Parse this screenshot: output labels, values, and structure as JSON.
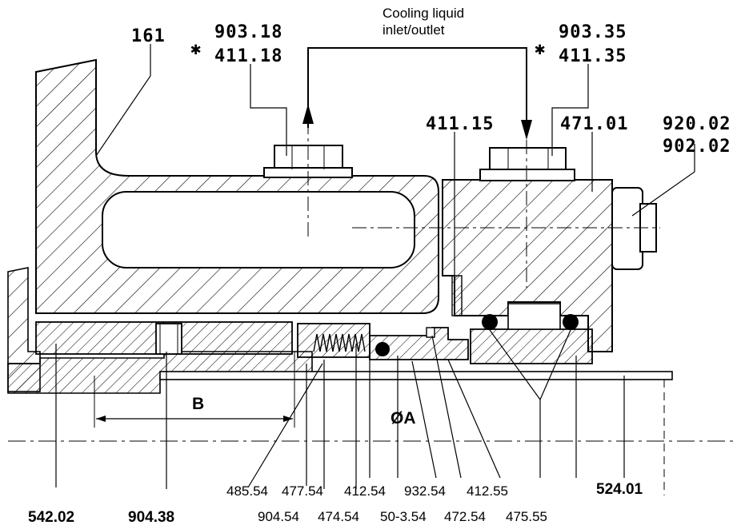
{
  "cooling": {
    "line1": "Cooling liquid",
    "line2": "inlet/outlet"
  },
  "top_labels": {
    "p161": "161",
    "p903_18": "903.18",
    "p411_18": "411.18",
    "p903_35": "903.35",
    "p411_35": "411.35",
    "p411_15": "411.15",
    "p471_01": "471.01",
    "p920_02": "920.02",
    "p902_02": "902.02"
  },
  "dims": {
    "B": "B",
    "phiA": "ØA"
  },
  "bottom_labels": {
    "p485_54": "485.54",
    "p477_54": "477.54",
    "p412_54": "412.54",
    "p932_54": "932.54",
    "p412_55": "412.55",
    "p524_01": "524.01",
    "p542_02": "542.02",
    "p904_38": "904.38",
    "p904_54": "904.54",
    "p474_54": "474.54",
    "p50_3_54": "50-3.54",
    "p472_54": "472.54",
    "p475_55": "475.55"
  },
  "marks": {
    "asterisk": "✱"
  }
}
